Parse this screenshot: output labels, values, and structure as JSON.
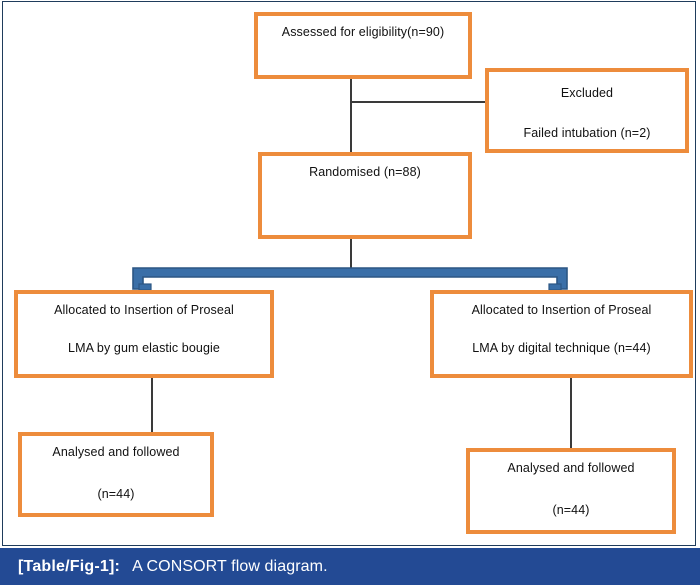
{
  "figure": {
    "type": "consort-flow-diagram",
    "caption_label": "[Table/Fig-1]:",
    "caption_text": "A CONSORT flow diagram.",
    "colors": {
      "box_border": "#ED8C3C",
      "box_fill": "#FFFFFF",
      "connector": "#3A3A3A",
      "bracket": "#3A6FA8",
      "caption_bar": "#234A94",
      "frame_border": "#1F3C5C",
      "text": "#111111"
    }
  },
  "nodes": {
    "assessed": {
      "lines": [
        "Assessed for eligibility(n=90)"
      ],
      "line1": "Assessed for eligibility(n=90)"
    },
    "excluded": {
      "line1": "Excluded",
      "line2": "Failed intubation (n=2)"
    },
    "randomised": {
      "line1": "Randomised (n=88)"
    },
    "allocation_left": {
      "line1": "Allocated to Insertion of Proseal",
      "line2": "LMA by gum elastic bougie"
    },
    "allocation_right": {
      "line1": "Allocated to Insertion of Proseal",
      "line2": "LMA by digital technique (n=44)"
    },
    "analysed_left": {
      "line1": "Analysed and followed",
      "line2": "(n=44)"
    },
    "analysed_right": {
      "line1": "Analysed and followed",
      "line2": "(n=44)"
    }
  },
  "chart_data": {
    "type": "diagram",
    "title": "A CONSORT flow diagram",
    "nodes": [
      {
        "id": "assessed",
        "label": "Assessed for eligibility(n=90)",
        "n": 90
      },
      {
        "id": "excluded",
        "label": "Excluded / Failed intubation (n=2)",
        "n": 2
      },
      {
        "id": "randomised",
        "label": "Randomised (n=88)",
        "n": 88
      },
      {
        "id": "allocation_left",
        "label": "Allocated to Insertion of Proseal LMA by gum elastic bougie",
        "n": 44
      },
      {
        "id": "allocation_right",
        "label": "Allocated to Insertion of Proseal LMA by digital technique (n=44)",
        "n": 44
      },
      {
        "id": "analysed_left",
        "label": "Analysed and followed (n=44)",
        "n": 44
      },
      {
        "id": "analysed_right",
        "label": "Analysed and followed (n=44)",
        "n": 44
      }
    ],
    "edges": [
      {
        "from": "assessed",
        "to": "randomised"
      },
      {
        "from": "assessed",
        "to": "excluded"
      },
      {
        "from": "randomised",
        "to": "allocation_left"
      },
      {
        "from": "randomised",
        "to": "allocation_right"
      },
      {
        "from": "allocation_left",
        "to": "analysed_left"
      },
      {
        "from": "allocation_right",
        "to": "analysed_right"
      }
    ]
  }
}
